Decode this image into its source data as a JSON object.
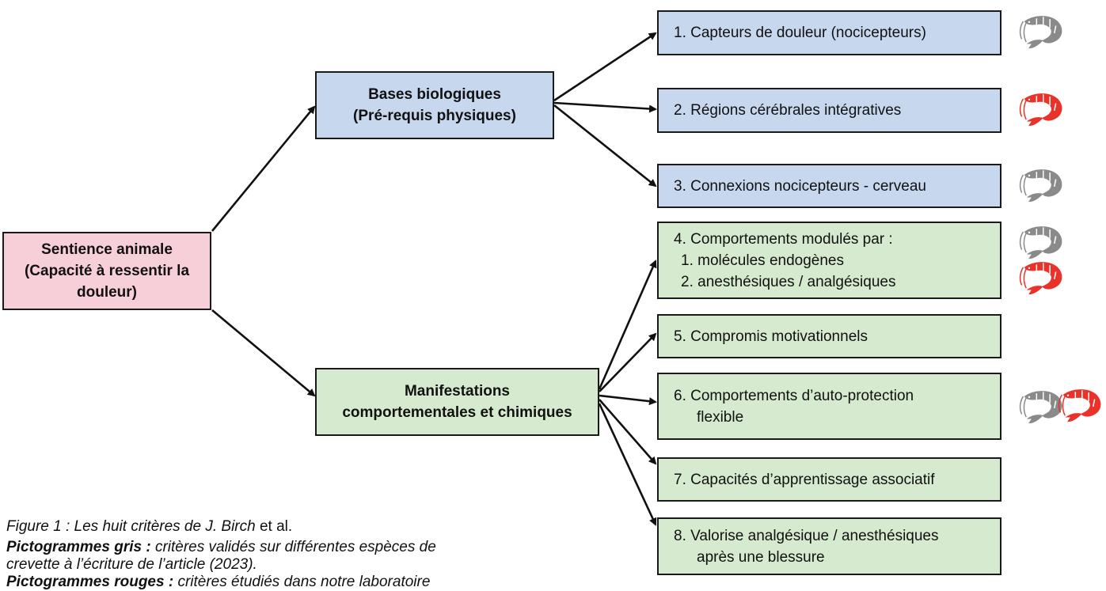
{
  "root": {
    "line1": "Sentience animale",
    "line2": "(Capacité à ressentir la douleur)"
  },
  "bio": {
    "line1": "Bases biologiques",
    "line2": "(Pré-requis physiques)"
  },
  "manif": {
    "line1": "Manifestations",
    "line2": "comportementales et chimiques"
  },
  "criteria": [
    {
      "lines": [
        "1.  Capteurs de douleur (nocicepteurs)"
      ]
    },
    {
      "lines": [
        "2.  Régions cérébrales intégratives"
      ]
    },
    {
      "lines": [
        "3.  Connexions nocicepteurs - cerveau"
      ]
    },
    {
      "lines": [
        "4.  Comportements modulés par :",
        "1.  molécules endogènes",
        "2.  anesthésiques / analgésiques"
      ]
    },
    {
      "lines": [
        "5.  Compromis motivationnels"
      ]
    },
    {
      "lines": [
        "6.  Comportements d’auto-protection",
        "flexible"
      ]
    },
    {
      "lines": [
        "7.  Capacités d’apprentissage associatif"
      ]
    },
    {
      "lines": [
        "8.  Valorise analgésique / anesthésiques",
        "après une blessure"
      ]
    }
  ],
  "caption": {
    "line1": "Figure 1 : Les huit critères de J. Birch",
    "line1_tail": " et al.",
    "gray_label": "Pictogrammes gris :",
    "gray_text": " critères validés sur différentes espèces de",
    "gray_text2": "crevette à l’écriture de l’article (2023).",
    "red_label": "Pictogrammes rouges :",
    "red_text": " critères étudiés dans notre laboratoire"
  },
  "icons": {
    "gray_shrimp": "shrimp-icon",
    "red_shrimp": "shrimp-icon",
    "gray_color": "#8a8a8a",
    "red_color": "#e8322a"
  },
  "colors": {
    "root_fill": "#f7cfd9",
    "bio_fill": "#c7d7ee",
    "behav_fill": "#d6eacf"
  }
}
